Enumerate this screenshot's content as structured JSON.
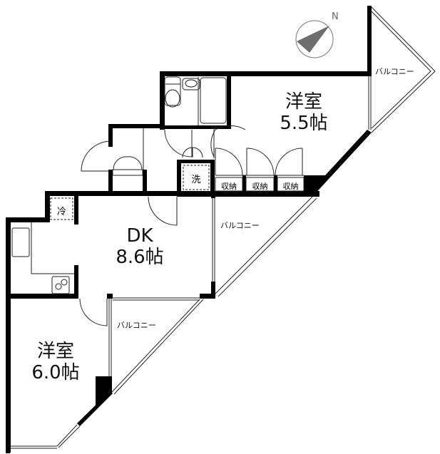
{
  "compass": {
    "label": "N",
    "icon": "compass-north-icon"
  },
  "rooms": [
    {
      "id": "western-room-1",
      "name": "洋室",
      "size": "5.5帖"
    },
    {
      "id": "dk",
      "name": "DK",
      "size": "8.6帖"
    },
    {
      "id": "western-room-2",
      "name": "洋室",
      "size": "6.0帖"
    }
  ],
  "balconies": [
    {
      "label": "バルコニー"
    },
    {
      "label": "バルコニー"
    },
    {
      "label": "バルコニー"
    }
  ],
  "storage": [
    {
      "label": "収納"
    },
    {
      "label": "収納"
    },
    {
      "label": "収納"
    }
  ],
  "fixtures": {
    "washer": "洗",
    "fridge": "冷"
  },
  "colors": {
    "wall": "#000000",
    "line": "#222222",
    "compass_fill": "#6e6e6e",
    "background": "#ffffff"
  }
}
